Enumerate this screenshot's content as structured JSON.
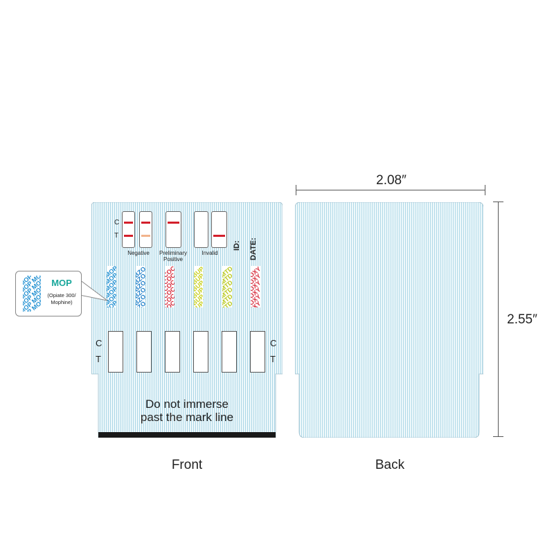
{
  "front": {
    "caption": "Front",
    "control_letter": "C",
    "test_letter": "T",
    "legend": {
      "negative": "Negative",
      "preliminary_positive": "Preliminary Positive",
      "invalid": "Invalid"
    },
    "id_label": "ID:",
    "date_label": "DATE:",
    "bottom_text_line1": "Do not immerse",
    "bottom_text_line2": "past the mark line",
    "strips": [
      {
        "code": "MOP",
        "color": "#1f8fd1"
      },
      {
        "code": "BZO",
        "color": "#1f7fc9"
      },
      {
        "code": "COC",
        "color": "#d62a3a"
      },
      {
        "code": "BUP",
        "color": "#c8d01c"
      },
      {
        "code": "MTD",
        "color": "#b8c81a"
      },
      {
        "code": "OXY",
        "color": "#d62a3a"
      }
    ]
  },
  "callout": {
    "title": "MOP",
    "subtitle_line1": "(Opiate 300/",
    "subtitle_line2": "Mophine)",
    "title_color": "#1aa89c"
  },
  "back": {
    "caption": "Back",
    "width_label": "2.08″",
    "height_label": "2.55″"
  },
  "colors": {
    "line_red": "#d31f2b",
    "line_faint": "#f2b48c",
    "card_bg": "#eef8fb"
  }
}
